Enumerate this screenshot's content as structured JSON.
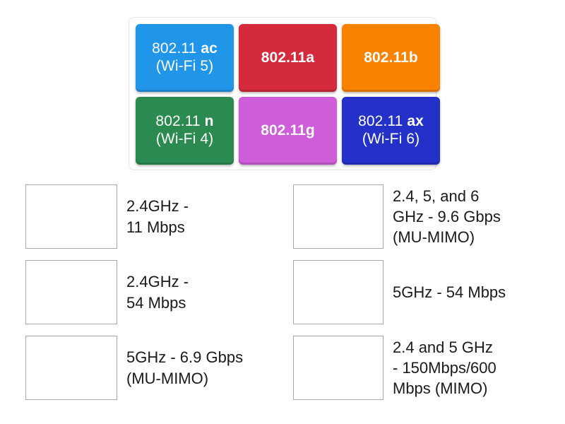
{
  "activity": {
    "type": "match-up",
    "background_color": "#ffffff",
    "tray_border_color": "#e3e3e3",
    "dropzone_border_color": "#a8a8a8"
  },
  "tiles": [
    {
      "id": "tile-802-11-ac",
      "prefix": "802.11 ",
      "bold": "ac",
      "sub": "(Wi-Fi 5)",
      "full_text": "802.11 ac (Wi-Fi 5)",
      "color": "#2196e8"
    },
    {
      "id": "tile-802-11a",
      "prefix": "",
      "bold": "802.11a",
      "sub": "",
      "full_text": "802.11a",
      "color": "#d42a3c"
    },
    {
      "id": "tile-802-11b",
      "prefix": "",
      "bold": "802.11b",
      "sub": "",
      "full_text": "802.11b",
      "color": "#f98300"
    },
    {
      "id": "tile-802-11-n",
      "prefix": "802.11 ",
      "bold": "n",
      "sub": "(Wi-Fi 4)",
      "full_text": "802.11 n (Wi-Fi 4)",
      "color": "#2a8a4f"
    },
    {
      "id": "tile-802-11g",
      "prefix": "",
      "bold": "802.11g",
      "sub": "",
      "full_text": "802.11g",
      "color": "#cf5cd8"
    },
    {
      "id": "tile-802-11-ax",
      "prefix": "802.11 ",
      "bold": "ax",
      "sub": "(Wi-Fi 6)",
      "full_text": "802.11 ax (Wi-Fi 6)",
      "color": "#2331c8"
    }
  ],
  "answers": {
    "left": [
      {
        "id": "answer-2-4ghz-11mbps",
        "text": "2.4GHz -\n11 Mbps"
      },
      {
        "id": "answer-2-4ghz-54mbps",
        "text": "2.4GHz -\n54 Mbps"
      },
      {
        "id": "answer-5ghz-6-9gbps",
        "text": "5GHz - 6.9 Gbps\n(MU-MIMO)"
      }
    ],
    "right": [
      {
        "id": "answer-2-4-5-6ghz-9-6gbps",
        "text": "2.4, 5, and 6\nGHz - 9.6 Gbps\n(MU-MIMO)"
      },
      {
        "id": "answer-5ghz-54mbps",
        "text": "5GHz - 54 Mbps"
      },
      {
        "id": "answer-2-4-5ghz-150-600",
        "text": "2.4 and 5 GHz\n- 150Mbps/600\nMbps (MIMO)"
      }
    ]
  }
}
